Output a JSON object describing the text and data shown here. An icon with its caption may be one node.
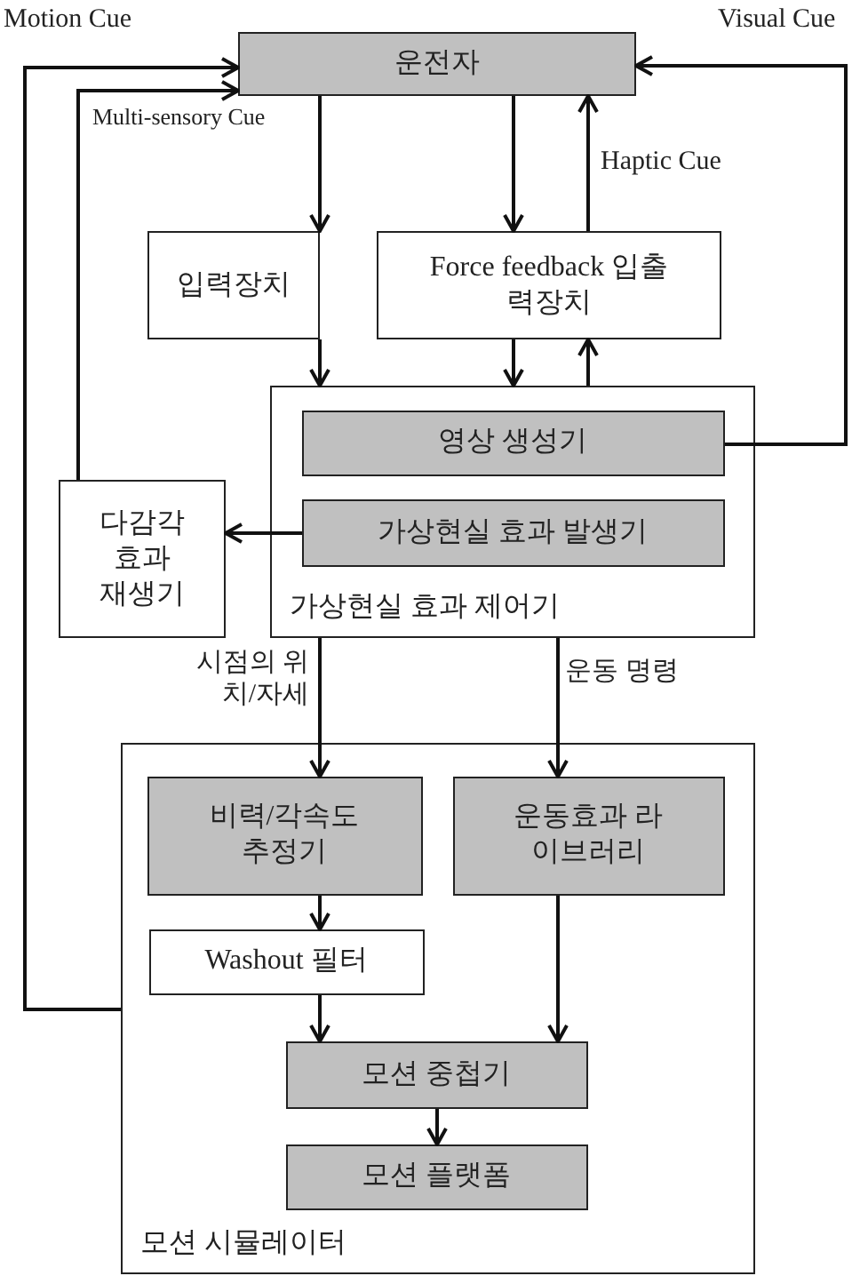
{
  "diagram": {
    "nodes": [
      {
        "text": [
          "운전자"
        ]
      },
      {
        "text": [
          "입력장치"
        ]
      },
      {
        "text": [
          "Force feedback 입출력장치"
        ]
      },
      {
        "text": [
          "가상현실 효과 제어기"
        ]
      },
      {
        "text": [
          "영상 생성기"
        ],
        "in": 3
      },
      {
        "text": [
          "가상현실 효과 발생기"
        ],
        "in": 3
      },
      {
        "text": [
          "다감각 효과 재생기"
        ]
      },
      {
        "text": [
          "모션 시뮬레이터"
        ]
      },
      {
        "text": [
          "비력/각속도 추정기"
        ],
        "in": 7
      },
      {
        "text": [
          "운동효과 라이브러리"
        ],
        "in": 7
      },
      {
        "text": [
          "Washout 필터"
        ],
        "in": 7
      },
      {
        "text": [
          "모션 중첩기"
        ],
        "in": 7
      },
      {
        "text": [
          "모션 플랫폼"
        ],
        "in": 7
      }
    ],
    "edges": [
      {
        "from": 0,
        "to": 1,
        "arrow": "to"
      },
      {
        "from": 0,
        "to": 2,
        "arrow": "to"
      },
      {
        "from": 2,
        "to": 0,
        "arrow": "to",
        "label": "Haptic Cue"
      },
      {
        "from": 1,
        "to": 3,
        "arrow": "to"
      },
      {
        "from": 2,
        "to": 3,
        "arrow": "to"
      },
      {
        "from": 3,
        "to": 2,
        "arrow": "to"
      },
      {
        "from": 4,
        "to": 0,
        "arrow": "to",
        "label": "Visual Cue"
      },
      {
        "from": 5,
        "to": 6,
        "arrow": "to"
      },
      {
        "from": 6,
        "to": 0,
        "arrow": "to",
        "label": "Multi-sensory Cue"
      },
      {
        "from": 7,
        "to": 0,
        "arrow": "to",
        "label": "Motion Cue"
      },
      {
        "from": 3,
        "to": 8,
        "arrow": "to",
        "label": "시점의 위치/자세"
      },
      {
        "from": 3,
        "to": 9,
        "arrow": "to",
        "label": "운동 명령"
      },
      {
        "from": 8,
        "to": 10,
        "arrow": "to"
      },
      {
        "from": 10,
        "to": 11,
        "arrow": "to"
      },
      {
        "from": 9,
        "to": 11,
        "arrow": "to"
      },
      {
        "from": 11,
        "to": 12,
        "arrow": "to"
      }
    ]
  }
}
